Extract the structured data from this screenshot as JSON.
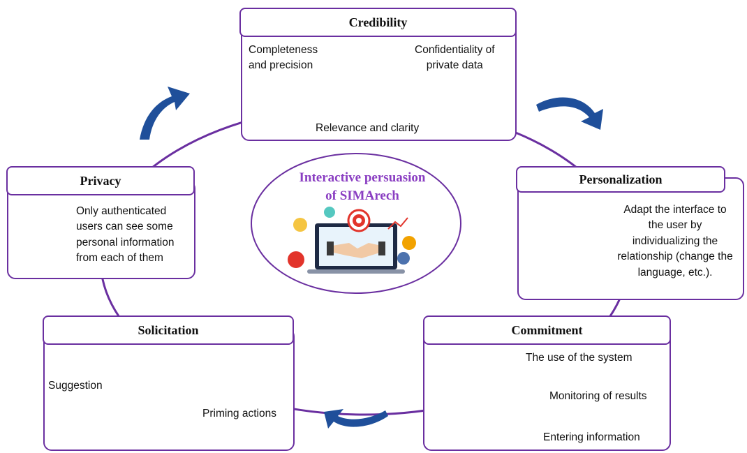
{
  "center": {
    "title_line1": "Interactive persuasion",
    "title_line2": "of SIMArech"
  },
  "credibility": {
    "title": "Credibility",
    "item1_line1": "Completeness",
    "item1_line2": "and precision",
    "item2_line1": "Confidentiality of",
    "item2_line2": "private data",
    "item3": "Relevance and clarity"
  },
  "personalization": {
    "title": "Personalization",
    "lines": [
      "Adapt the interface to",
      "the user by",
      "individualizing the",
      "relationship (change the",
      "language, etc.)."
    ]
  },
  "commitment": {
    "title": "Commitment",
    "item1": "The use of the system",
    "item2": "Monitoring of results",
    "item3": "Entering information"
  },
  "solicitation": {
    "title": "Solicitation",
    "item1": "Suggestion",
    "item2": "Priming actions"
  },
  "privacy": {
    "title": "Privacy",
    "lines": [
      "Only authenticated",
      "users can see some",
      "personal information",
      "from each of them"
    ]
  },
  "colors": {
    "accent": "#6a2fa0",
    "arrow": "#1f4f9a",
    "center_title": "#8a3ec2",
    "target_red": "#e2342b",
    "warning_yellow": "#f2c400",
    "check_green": "#2ea043",
    "cross_red": "#e0383e",
    "diamond_orange": "#f26a21",
    "screen_teal": "#55c8c0"
  },
  "icons": [
    "target-icon",
    "books-laptop-icon",
    "document-lock-icon",
    "person-key-icon",
    "hand-gear-icon",
    "monitor-devices-icon",
    "feedback-buttons-icon",
    "handshake-laptop-icon",
    "curved-arrow-icon"
  ]
}
